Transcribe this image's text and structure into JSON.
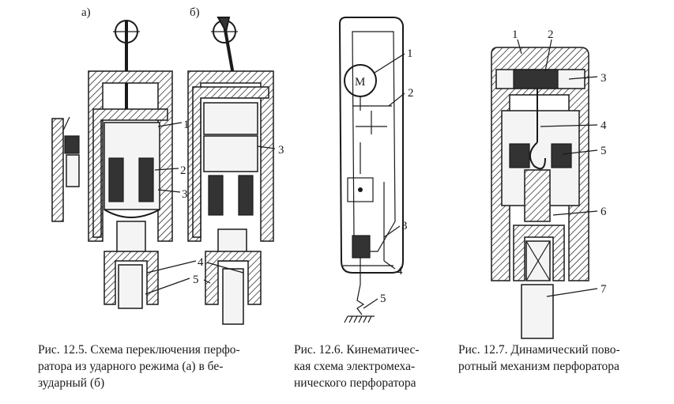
{
  "figures": [
    {
      "id": "fig-12-5",
      "subfigure_labels": [
        "а)",
        "б)"
      ],
      "callouts": [
        "1",
        "2",
        "3",
        "4",
        "5"
      ],
      "caption_lines": [
        "Рис. 12.5. Схема переключения перфо-",
        "ратора из ударного режима (а) в бе-",
        "зударный (б)"
      ]
    },
    {
      "id": "fig-12-6",
      "motor_label": "М",
      "callouts": [
        "1",
        "2",
        "3",
        "4",
        "5"
      ],
      "caption_lines": [
        "Рис. 12.6. Кинематичес-",
        "кая схема электромеха-",
        "нического перфоратора"
      ]
    },
    {
      "id": "fig-12-7",
      "callouts": [
        "1",
        "2",
        "3",
        "4",
        "5",
        "6",
        "7"
      ],
      "caption_lines": [
        "Рис. 12.7. Динамический пово-",
        "ротный механизм перфоратора"
      ]
    }
  ]
}
